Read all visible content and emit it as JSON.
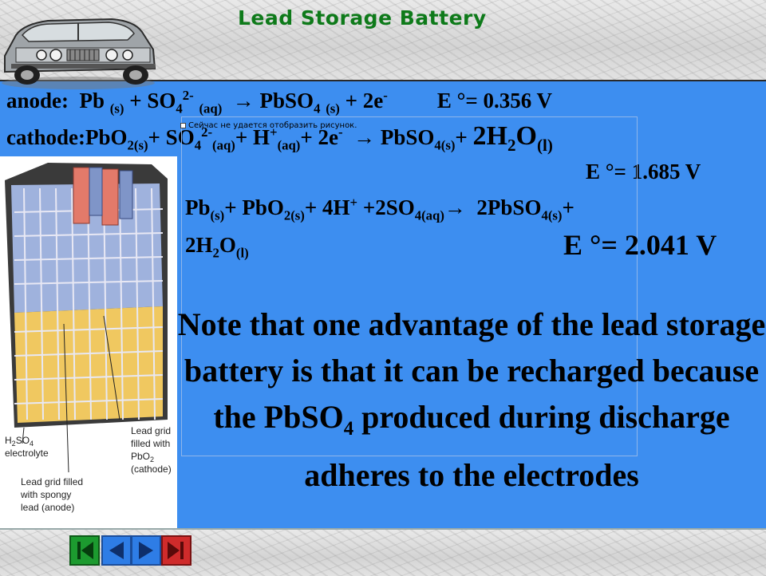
{
  "slide": {
    "title": "Lead Storage Battery",
    "broken_image_alt": "Сейчас не удается отобразить рисунок."
  },
  "equations": {
    "anode": {
      "label": "anode:",
      "lhs_a": "Pb",
      "lhs_a_state": "(s)",
      "plus1": "+",
      "lhs_b": "SO",
      "lhs_b_sub": "4",
      "lhs_b_sup": "2-",
      "lhs_b_state": "(aq)",
      "arrow": "→",
      "rhs_a": "PbSO",
      "rhs_a_sub": "4",
      "rhs_a_state": "(s)",
      "rhs_b": "+ 2e",
      "rhs_b_sup": "-",
      "potential": "E °= 0.356 V"
    },
    "cathode": {
      "label": "cathode:",
      "lhs_a": "PbO",
      "lhs_a_sub": "2(s)",
      "plus1": "+",
      "lhs_b": "SO",
      "lhs_b_sub": "4",
      "lhs_b_sup": "2-",
      "lhs_b_state": "(aq)",
      "plus2": "+",
      "lhs_c": "H",
      "lhs_c_sup": "+",
      "lhs_c_state": "(aq)",
      "plus3": "+",
      "lhs_d": "2e",
      "lhs_d_sup": "-",
      "arrow": "→",
      "rhs_a": "PbSO",
      "rhs_a_sub": "4(s)",
      "plus4": "+",
      "rhs_b": "2H",
      "rhs_b_sub": "2",
      "rhs_b_end": "O",
      "rhs_b_state": "(l)",
      "potential": "E °= 1.685 V"
    },
    "net": {
      "pb": "Pb",
      "pb_state": "(s)",
      "plus1": "+",
      "pbo": "PbO",
      "pbo_sub": "2(s)",
      "plus2": "+",
      "h": "4H",
      "h_sup": "+",
      "so4": "+2SO",
      "so4_sub": "4(aq)",
      "arrow": "→",
      "prod": "2PbSO",
      "prod_sub": "4(s)",
      "plus3": "+",
      "water": "2H",
      "water_sub": "2",
      "water_end": "O",
      "water_state": "(l)",
      "potential": "E °= 2.041 V"
    }
  },
  "note": {
    "part1": "Note that one advantage of the lead storage battery is that it can be recharged because the PbSO",
    "sub": "4",
    "part2": "produced during discharge adheres to the electrodes"
  },
  "figure": {
    "label_electrolyte_a": "H",
    "label_electrolyte_sub1": "2",
    "label_electrolyte_b": "SO",
    "label_electrolyte_sub2": "4",
    "label_electrolyte_c": "electrolyte",
    "label_cathode_1": "Lead grid",
    "label_cathode_2": "filled with",
    "label_cathode_3a": "PbO",
    "label_cathode_3sub": "2",
    "label_cathode_4": "(cathode)",
    "label_anode_1": "Lead grid filled",
    "label_anode_2": "with spongy",
    "label_anode_3": "lead (anode)"
  },
  "colors": {
    "background": "#3d8ef0",
    "title": "#0e7a1a",
    "nav_first": "#1c9a2f",
    "nav_nav": "#2e7de6",
    "nav_last": "#cf2b2b"
  },
  "nav": {
    "first_icon": "first-slide-icon",
    "prev_icon": "previous-slide-icon",
    "next_icon": "next-slide-icon",
    "last_icon": "last-slide-icon"
  }
}
